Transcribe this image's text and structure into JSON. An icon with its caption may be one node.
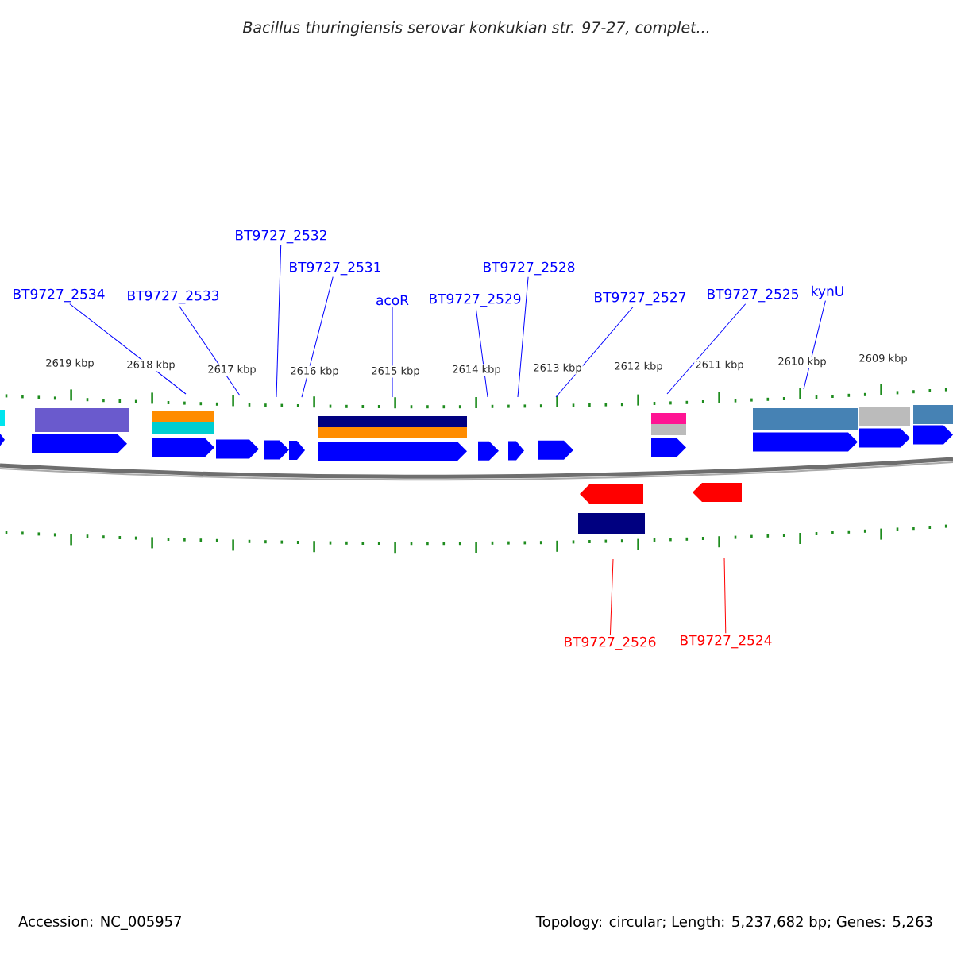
{
  "diagram": {
    "title": "Bacillus thuringiensis serovar konkukian str. 97-27, complet...",
    "nodes": [
      {
        "text": [
          "BT9727_2534"
        ]
      },
      {
        "text": [
          "BT9727_2533"
        ]
      },
      {
        "text": [
          "BT9727_2532"
        ]
      },
      {
        "text": [
          "BT9727_2531"
        ]
      },
      {
        "text": [
          "acoR"
        ]
      },
      {
        "text": [
          "BT9727_2529"
        ]
      },
      {
        "text": [
          "BT9727_2528"
        ]
      },
      {
        "text": [
          "BT9727_2527"
        ]
      },
      {
        "text": [
          "BT9727_2525"
        ]
      },
      {
        "text": [
          "kynU"
        ]
      },
      {
        "text": [
          "BT9727_2526"
        ]
      },
      {
        "text": [
          "BT9727_2524"
        ]
      }
    ],
    "edges": [
      {
        "from": 0,
        "to": null,
        "arrow": "none"
      },
      {
        "from": 1,
        "to": null,
        "arrow": "none"
      },
      {
        "from": 2,
        "to": null,
        "arrow": "none"
      },
      {
        "from": 3,
        "to": null,
        "arrow": "none"
      },
      {
        "from": 4,
        "to": null,
        "arrow": "none"
      },
      {
        "from": 5,
        "to": null,
        "arrow": "none"
      },
      {
        "from": 6,
        "to": null,
        "arrow": "none"
      },
      {
        "from": 7,
        "to": null,
        "arrow": "none"
      },
      {
        "from": 8,
        "to": null,
        "arrow": "none"
      },
      {
        "from": 9,
        "to": null,
        "arrow": "none"
      },
      {
        "from": 10,
        "to": null,
        "arrow": "none",
        "color": "#ff0000"
      },
      {
        "from": 11,
        "to": null,
        "arrow": "none",
        "color": "#ff0000"
      }
    ],
    "labels": [
      "2619 kbp",
      "2618 kbp",
      "2617 kbp",
      "2616 kbp",
      "2615 kbp",
      "2614 kbp",
      "2613 kbp",
      "2612 kbp",
      "2611 kbp",
      "2610 kbp",
      "2609 kbp",
      "Accession: NC_005957",
      "Topology: circular; Length: 5,237,682 bp; Genes: 5,263"
    ]
  }
}
